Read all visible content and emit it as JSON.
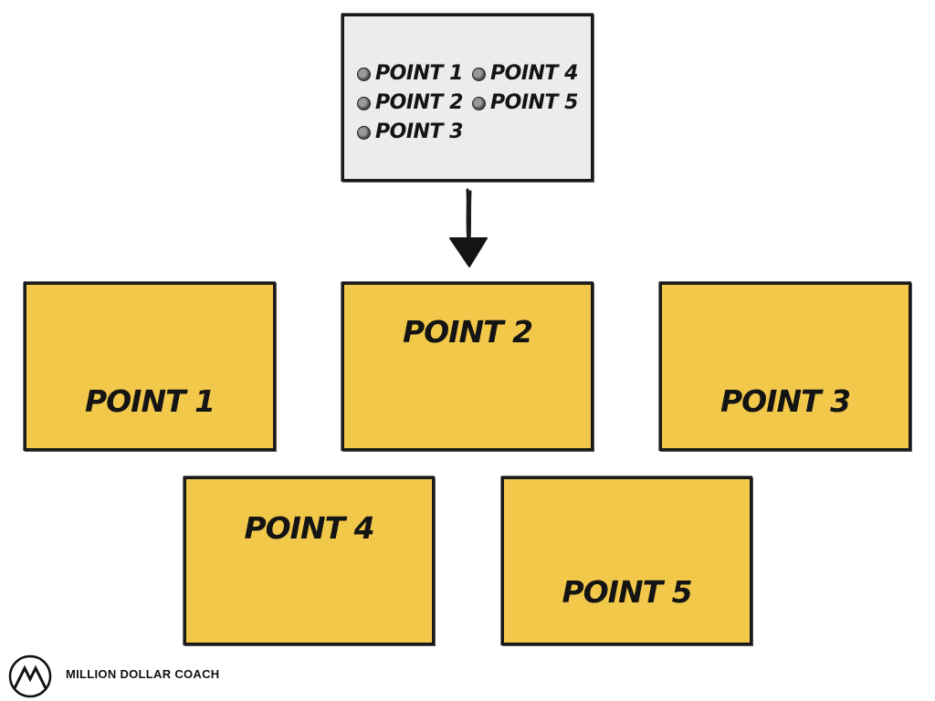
{
  "summary": {
    "items": [
      "POINT 1",
      "POINT 4",
      "POINT 2",
      "POINT 5",
      "POINT 3"
    ]
  },
  "cards": [
    {
      "label": "POINT 1"
    },
    {
      "label": "POINT 2"
    },
    {
      "label": "POINT 3"
    },
    {
      "label": "POINT 4"
    },
    {
      "label": "POINT 5"
    }
  ],
  "colors": {
    "card_fill": "#f2c84b",
    "summary_fill": "#ececec",
    "outline": "#1a1a1a"
  },
  "icons": {
    "arrow": "arrow-down-icon",
    "logo": "mountain-logo-icon",
    "bullet": "bullet-icon"
  },
  "footer": {
    "brand": "MILLION DOLLAR COACH"
  }
}
